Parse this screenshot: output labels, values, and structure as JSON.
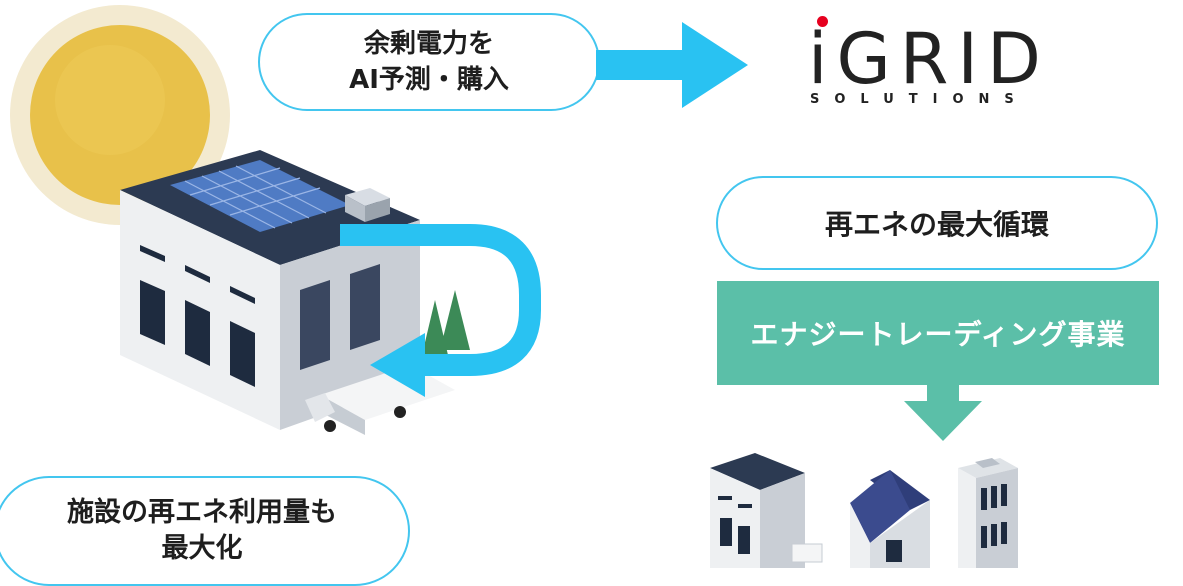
{
  "top_bubble": {
    "line1": "余剰電力を",
    "line2": "AI予測・購入"
  },
  "logo": {
    "main": "GRID",
    "i": "i",
    "sub": "SOLUTIONS"
  },
  "right_bubble": {
    "label": "再エネの最大循環"
  },
  "teal_band": {
    "label": "エナジートレーディング事業"
  },
  "bottom_bubble": {
    "line1": "施設の再エネ利用量も",
    "line2": "最大化"
  },
  "colors": {
    "accent_blue": "#29c2f2",
    "pill_border": "#43c6ef",
    "teal": "#5bbfa8",
    "logo_red": "#e6001f",
    "sun": "#e8c14a"
  }
}
